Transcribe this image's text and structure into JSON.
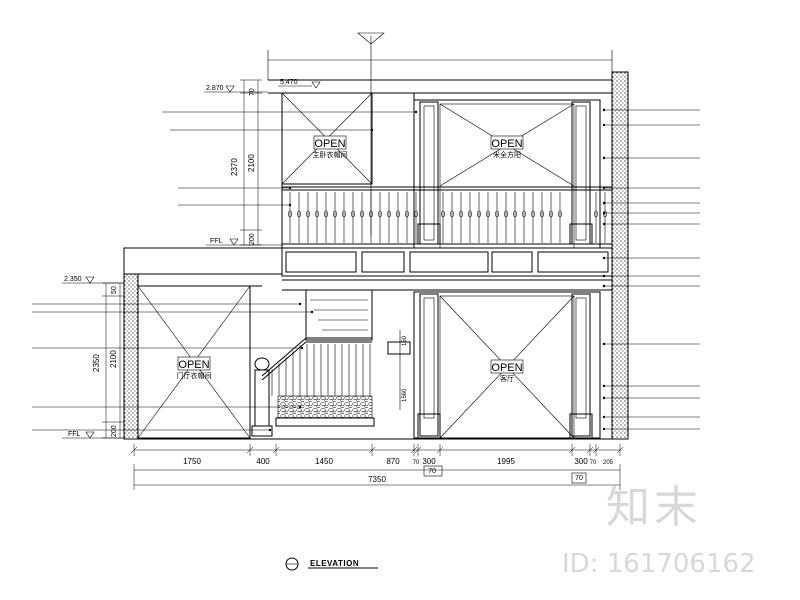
{
  "labels": {
    "open": "OPEN",
    "elevation": "ELEVATION",
    "room_top_left": "主卧衣帽间",
    "room_top_right": "米全方阳",
    "room_bottom_left": "门厅衣帽间",
    "room_bottom_right": "客厅"
  },
  "levels": {
    "top": "5.470",
    "upper": "2.870",
    "floor_2": "2.350",
    "ffl": "FFL"
  },
  "vertical_dims": {
    "upper_total": "2370",
    "upper_h": "2100",
    "upper_base": "200",
    "upper_top": "70",
    "lower_total": "2350",
    "lower_h": "2100",
    "lower_base": "200",
    "lower_top": "50"
  },
  "horizontal_dims": [
    "1750",
    "400",
    "1450",
    "870",
    "70",
    "300",
    "1995",
    "300",
    "70",
    "205"
  ],
  "total_width": "7350",
  "sub_dims": [
    "70",
    "70"
  ],
  "detail_dims": [
    "150",
    "1560"
  ],
  "watermark": {
    "brand": "知末",
    "id": "ID: 161706162"
  }
}
